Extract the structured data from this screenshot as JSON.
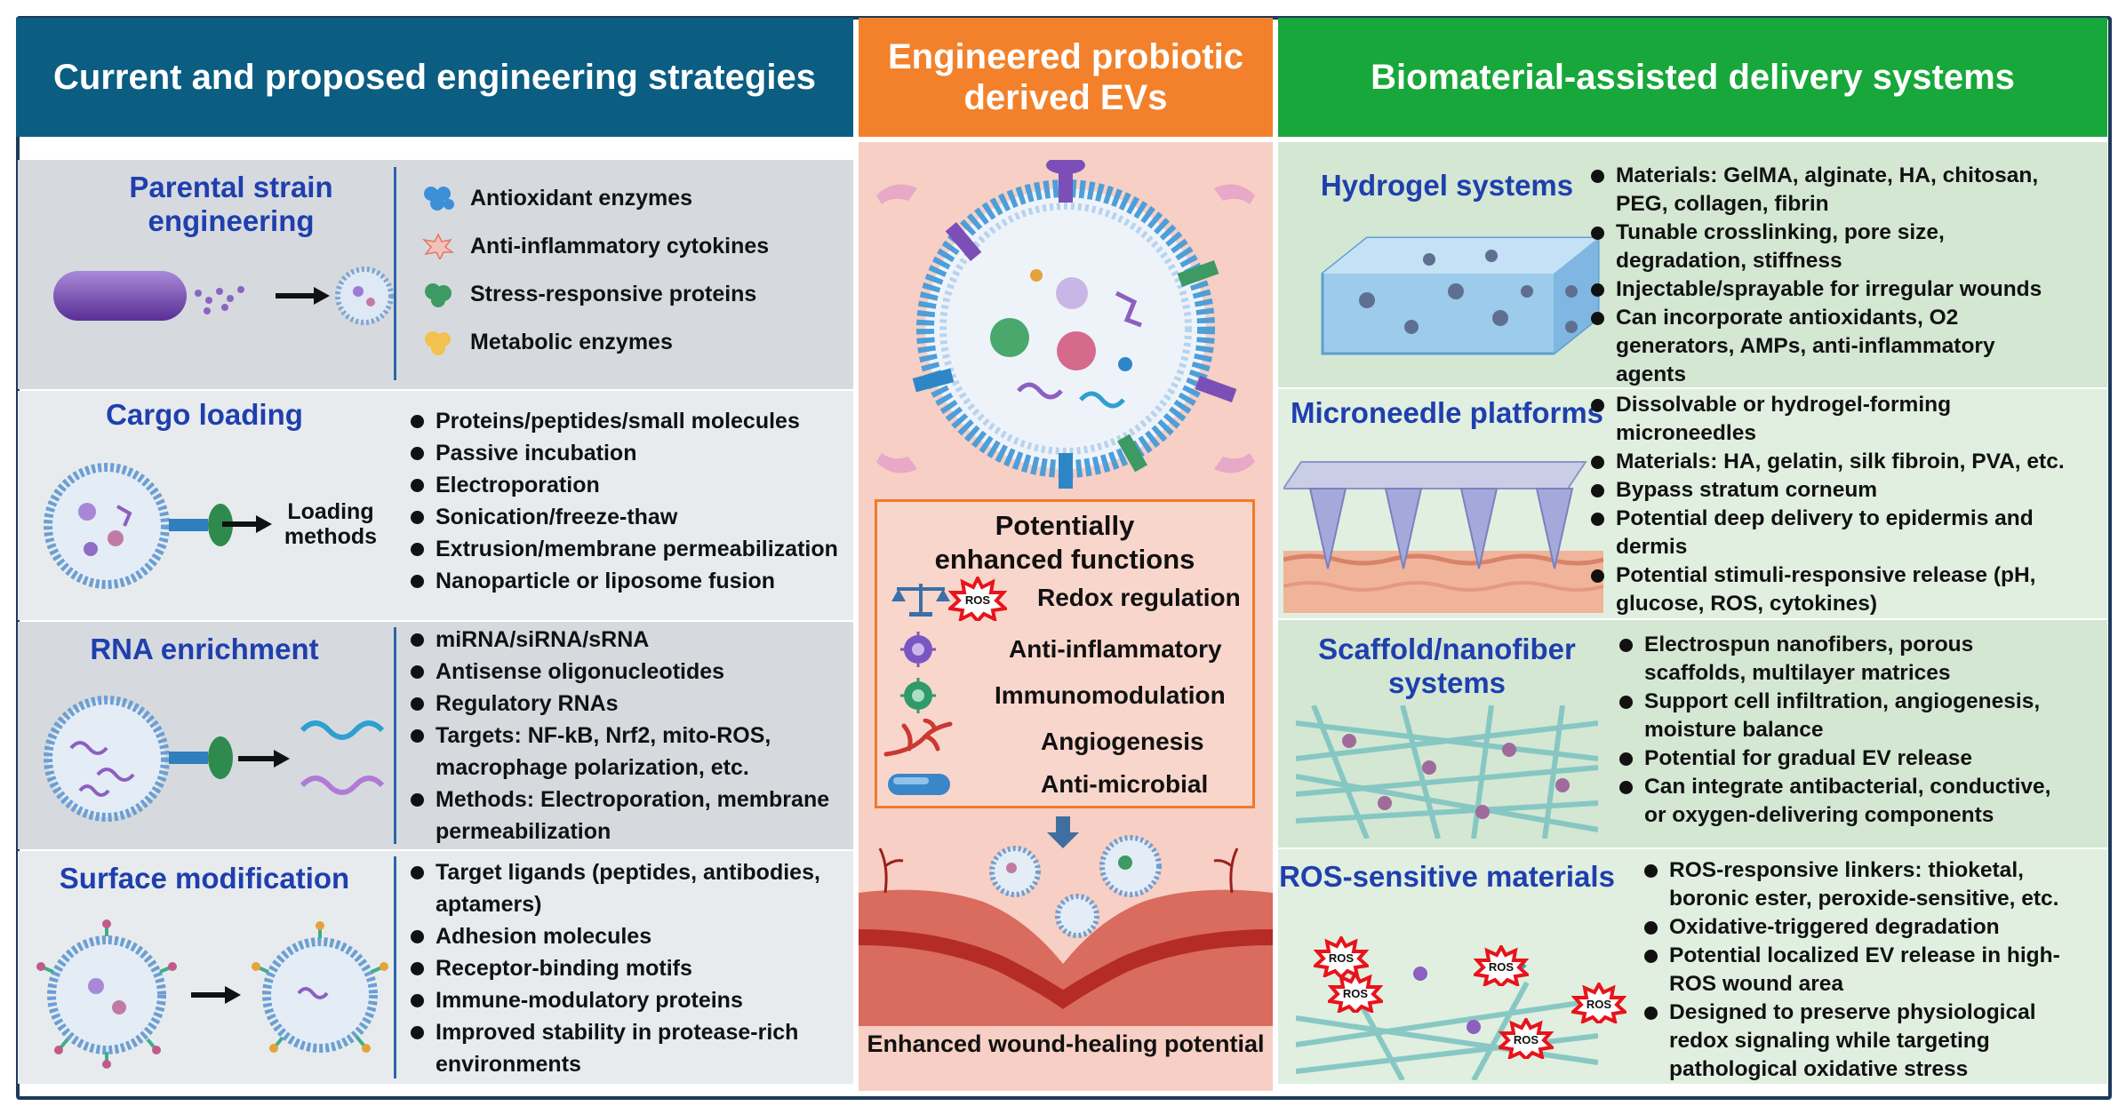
{
  "headers": {
    "left": "Current and proposed engineering strategies",
    "middle_line1": "Engineered probiotic",
    "middle_line2": "derived EVs",
    "right": "Biomaterial-assisted delivery systems"
  },
  "left": {
    "parental": {
      "title_line1": "Parental strain",
      "title_line2": "engineering",
      "items": [
        "Antioxidant enzymes",
        "Anti-inflammatory cytokines",
        "Stress-responsive proteins",
        "Metabolic enzymes"
      ],
      "icon_colors": [
        "#3d8fd6",
        "#f2b3a8",
        "#3c9a62",
        "#f2c14e"
      ]
    },
    "cargo": {
      "title": "Cargo loading",
      "arrow_label_line1": "Loading",
      "arrow_label_line2": "methods",
      "items": [
        "Proteins/peptides/small molecules",
        "Passive incubation",
        "Electroporation",
        "Sonication/freeze-thaw",
        "Extrusion/membrane permeabilization",
        "Nanoparticle or liposome fusion"
      ]
    },
    "rna": {
      "title": "RNA enrichment",
      "items": [
        "miRNA/siRNA/sRNA",
        "Antisense oligonucleotides",
        "Regulatory RNAs",
        "Targets: NF-kB, Nrf2, mito-ROS,",
        "macrophage polarization, etc.",
        "Methods: Electroporation, membrane",
        "permeabilization"
      ],
      "bullets": [
        true,
        true,
        true,
        true,
        false,
        true,
        false
      ]
    },
    "surface": {
      "title": "Surface modification",
      "items": [
        "Target ligands (peptides, antibodies,",
        "aptamers)",
        "Adhesion molecules",
        "Receptor-binding motifs",
        "Immune-modulatory proteins",
        "Improved stability in protease-rich",
        "environments"
      ],
      "bullets": [
        true,
        false,
        true,
        true,
        true,
        true,
        false
      ]
    }
  },
  "middle": {
    "functions_title_line1": "Potentially",
    "functions_title_line2": "enhanced functions",
    "ros_badge": "ROS",
    "functions": [
      "Redox regulation",
      "Anti-inflammatory",
      "Immunomodulation",
      "Angiogenesis",
      "Anti-microbial"
    ],
    "bottom_label": "Enhanced wound-healing potential"
  },
  "right": {
    "hydrogel": {
      "title": "Hydrogel systems",
      "items": [
        "Materials: GelMA, alginate, HA, chitosan,",
        "PEG, collagen, fibrin",
        "Tunable crosslinking, pore size,",
        "degradation, stiffness",
        "Injectable/sprayable for irregular wounds",
        "Can incorporate antioxidants, O2",
        "generators, AMPs, anti-inflammatory",
        "agents"
      ],
      "bullets": [
        true,
        false,
        true,
        false,
        true,
        true,
        false,
        false
      ]
    },
    "microneedle": {
      "title": "Microneedle platforms",
      "items": [
        "Dissolvable or hydrogel-forming",
        "microneedles",
        "Materials: HA, gelatin, silk fibroin, PVA, etc.",
        "Bypass stratum corneum",
        "Potential deep delivery to epidermis and",
        "dermis",
        "Potential stimuli-responsive release (pH,",
        "glucose, ROS, cytokines)"
      ],
      "bullets": [
        true,
        false,
        true,
        true,
        true,
        false,
        true,
        false
      ]
    },
    "scaffold": {
      "title_line1": "Scaffold/nanofiber",
      "title_line2": "systems",
      "items": [
        "Electrospun nanofibers, porous",
        "scaffolds, multilayer matrices",
        "Support cell infiltration, angiogenesis,",
        "moisture balance",
        "Potential for gradual EV release",
        "Can integrate antibacterial, conductive,",
        "or oxygen-delivering components"
      ],
      "bullets": [
        true,
        false,
        true,
        false,
        true,
        true,
        false
      ]
    },
    "ros": {
      "title": "ROS-sensitive materials",
      "badge": "ROS",
      "items": [
        "ROS-responsive linkers: thioketal,",
        "boronic ester, peroxide-sensitive, etc.",
        "Oxidative-triggered degradation",
        "Potential localized EV release in high-",
        "ROS wound area",
        "Designed to preserve physiological",
        "redox signaling while targeting",
        "pathological oxidative stress"
      ],
      "bullets": [
        true,
        false,
        true,
        true,
        false,
        true,
        false,
        false
      ]
    }
  },
  "colors": {
    "left_header": "#0b5d82",
    "middle_header": "#f3812b",
    "right_header": "#18a73a",
    "title_blue": "#1f3fae",
    "ros_red": "#e8131b"
  }
}
